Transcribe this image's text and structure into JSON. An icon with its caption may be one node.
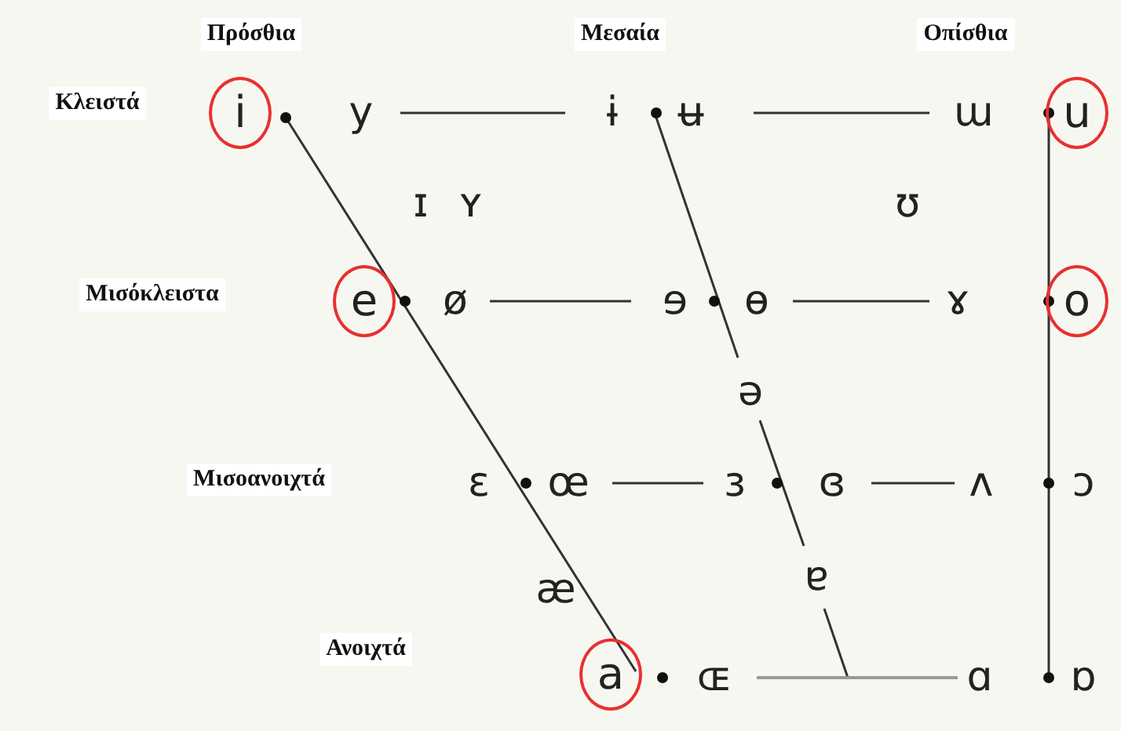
{
  "diagram": {
    "nodes": [
      {
        "text": [
          "i"
        ]
      },
      {
        "text": [
          "u"
        ]
      },
      {
        "text": [
          "e"
        ]
      },
      {
        "text": [
          "o"
        ]
      },
      {
        "text": [
          "a"
        ]
      }
    ],
    "labels": [
      "Πρόσθια",
      "Μεσαία",
      "Οπίσθια",
      "Κλειστά",
      "y",
      "ɨ",
      "ʉ",
      "ɯ",
      "ɪ",
      "ʏ",
      "ʊ",
      "Μισόκλειστα",
      "ø",
      "ɘ",
      "ɵ",
      "ɤ",
      "ə",
      "Μισοανοιχτά",
      "ɛ",
      "œ",
      "ɜ",
      "ɞ",
      "ʌ",
      "ɔ",
      "æ",
      "ɐ",
      "Ανοιχτά",
      "ɶ",
      "ɑ",
      "ɒ"
    ]
  }
}
